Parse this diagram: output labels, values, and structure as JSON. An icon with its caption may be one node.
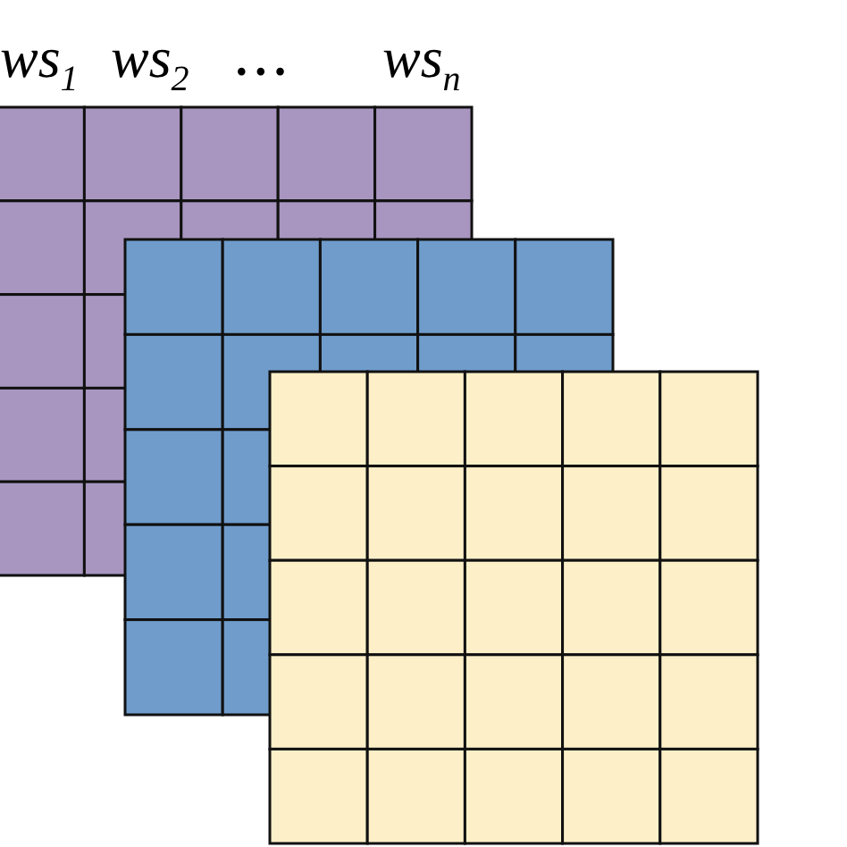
{
  "diagram": {
    "labels": [
      "ws$_{1}$",
      "ws$_{2}$",
      "• • •",
      "ws$_{n}$"
    ]
  }
}
